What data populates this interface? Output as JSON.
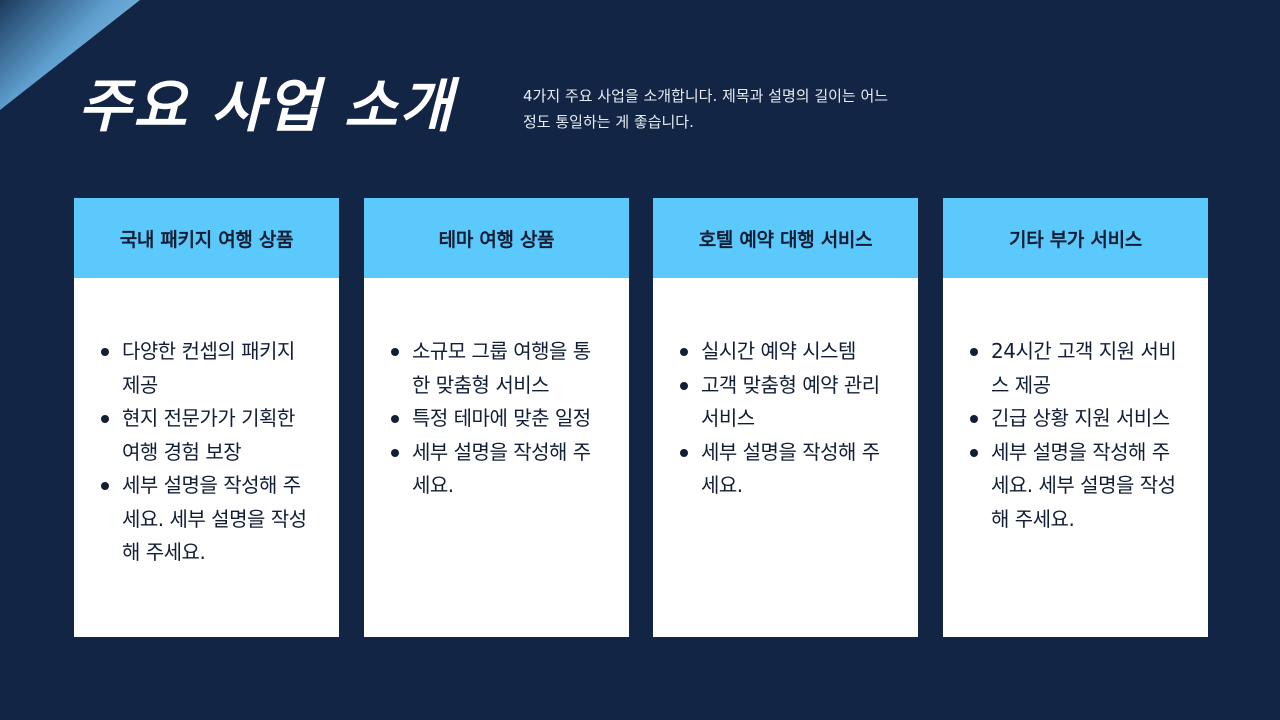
{
  "header": {
    "title": "주요 사업 소개",
    "subtitle": "4가지 주요 사업을 소개합니다. 제목과 설명의 길이는 어느 정도 통일하는 게 좋습니다."
  },
  "colors": {
    "background": "#132544",
    "card_header": "#5bc9fb",
    "card_body": "#ffffff",
    "text_dark": "#111e35"
  },
  "cards": [
    {
      "title": "국내 패키지 여행 상품",
      "bullets": [
        "다양한 컨셉의 패키지 제공",
        "현지 전문가가 기획한 여행 경험 보장",
        "세부 설명을 작성해 주세요. 세부 설명을 작성해 주세요."
      ]
    },
    {
      "title": "테마 여행 상품",
      "bullets": [
        "소규모 그룹 여행을 통한 맞춤형 서비스",
        "특정 테마에 맞춘 일정",
        "세부 설명을 작성해 주세요."
      ]
    },
    {
      "title": "호텔 예약 대행 서비스",
      "bullets": [
        "실시간 예약 시스템",
        "고객 맞춤형 예약 관리 서비스",
        "세부 설명을 작성해 주세요."
      ]
    },
    {
      "title": "기타 부가 서비스",
      "bullets": [
        "24시간 고객 지원 서비스 제공",
        "긴급 상황 지원 서비스",
        "세부 설명을 작성해 주세요. 세부 설명을 작성해 주세요."
      ]
    }
  ]
}
